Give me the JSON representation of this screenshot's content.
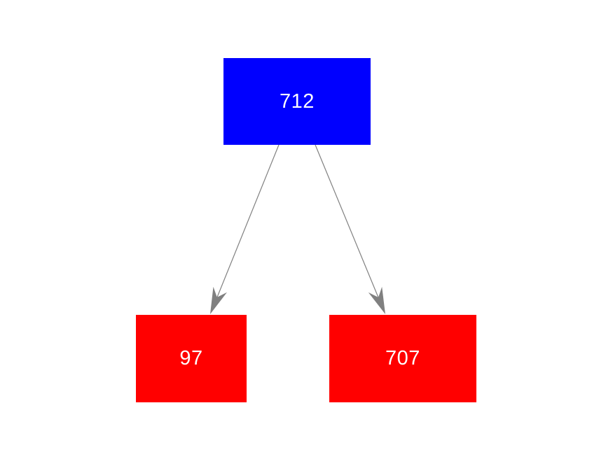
{
  "diagram": {
    "type": "tree",
    "background_color": "#ffffff",
    "arrow_color": "#808080",
    "nodes": [
      {
        "id": "root",
        "label": "712",
        "fill_color": "#0000ff",
        "text_color": "#ffffff",
        "position": "top-center"
      },
      {
        "id": "left-child",
        "label": "97",
        "fill_color": "#ff0000",
        "text_color": "#ffffff",
        "position": "bottom-left"
      },
      {
        "id": "right-child",
        "label": "707",
        "fill_color": "#ff0000",
        "text_color": "#ffffff",
        "position": "bottom-right"
      }
    ],
    "edges": [
      {
        "from": "712",
        "to": "97",
        "style": "arrow"
      },
      {
        "from": "712",
        "to": "707",
        "style": "arrow"
      }
    ]
  }
}
